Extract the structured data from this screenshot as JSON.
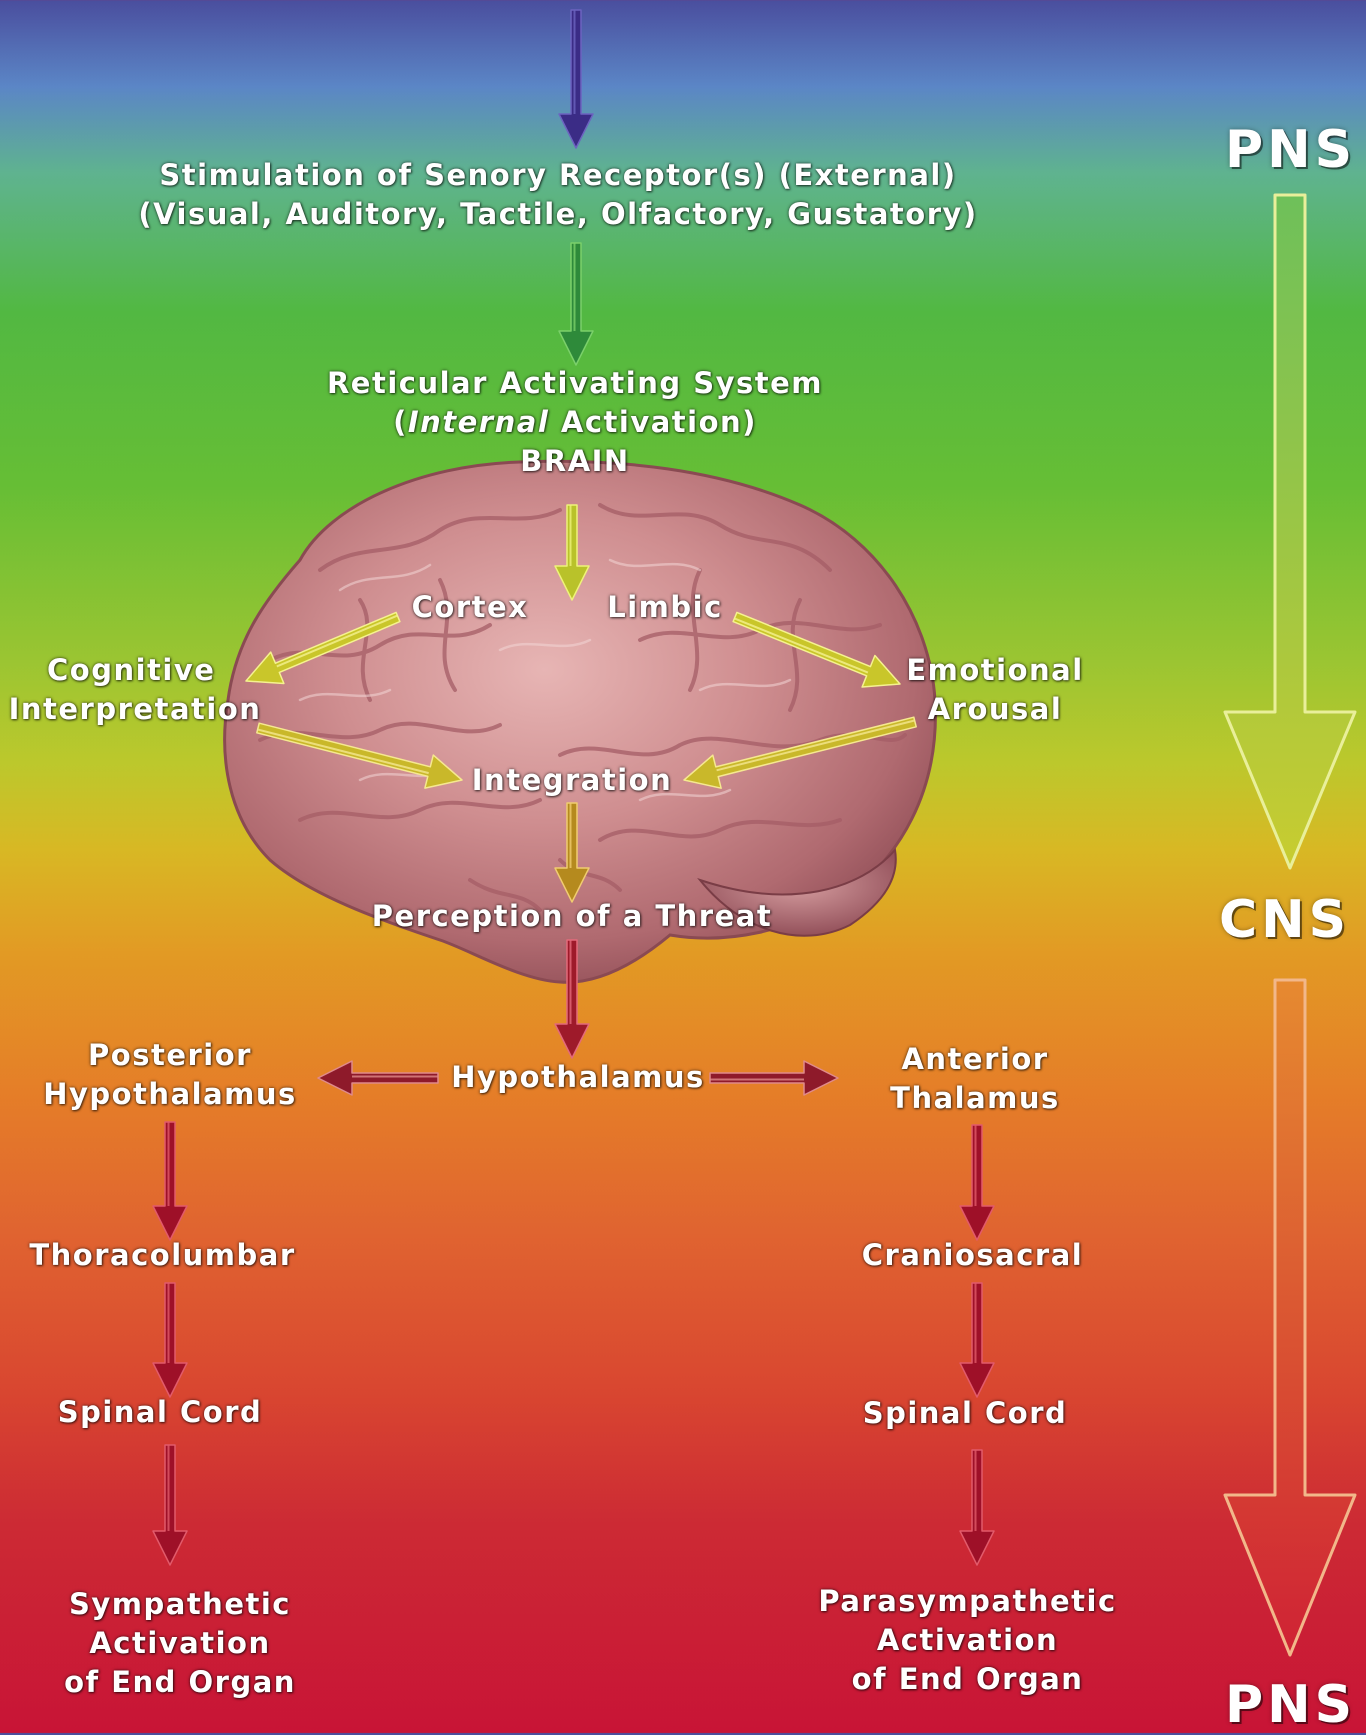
{
  "stimulation": {
    "line1": "Stimulation of Senory Receptor(s) (External)",
    "line2": "(Visual, Auditory, Tactile, Olfactory, Gustatory)"
  },
  "ras": {
    "line1": "Reticular Activating System",
    "line2_italic": "Internal",
    "line2_rest": " Activation)",
    "line2_open": "(",
    "brain": "BRAIN"
  },
  "brain_labels": {
    "cortex": "Cortex",
    "limbic": "Limbic",
    "cognitive_1": "Cognitive",
    "cognitive_2": "Interpretation",
    "emotional_1": "Emotional",
    "emotional_2": "Arousal",
    "integration": "Integration",
    "perception": "Perception of a Threat"
  },
  "hypothalamus": "Hypothalamus",
  "left_branch": {
    "top_1": "Posterior",
    "top_2": "Hypothalamus",
    "mid": "Thoracolumbar",
    "cord": "Spinal Cord",
    "end_1": "Sympathetic",
    "end_2": "Activation",
    "end_3": "of End Organ"
  },
  "right_branch": {
    "top_1": "Anterior",
    "top_2": "Thalamus",
    "mid": "Craniosacral",
    "cord": "Spinal Cord",
    "end_1": "Parasympathetic",
    "end_2": "Activation",
    "end_3": "of End Organ"
  },
  "side_labels": {
    "pns_top": "PNS",
    "cns": "CNS",
    "pns_bottom": "PNS"
  },
  "colors": {
    "top": "#4a4e9e",
    "green": "#52b842",
    "yellow": "#d8b824",
    "orange": "#e57e28",
    "bottom": "#c81436",
    "brain": "#c98a8c"
  }
}
